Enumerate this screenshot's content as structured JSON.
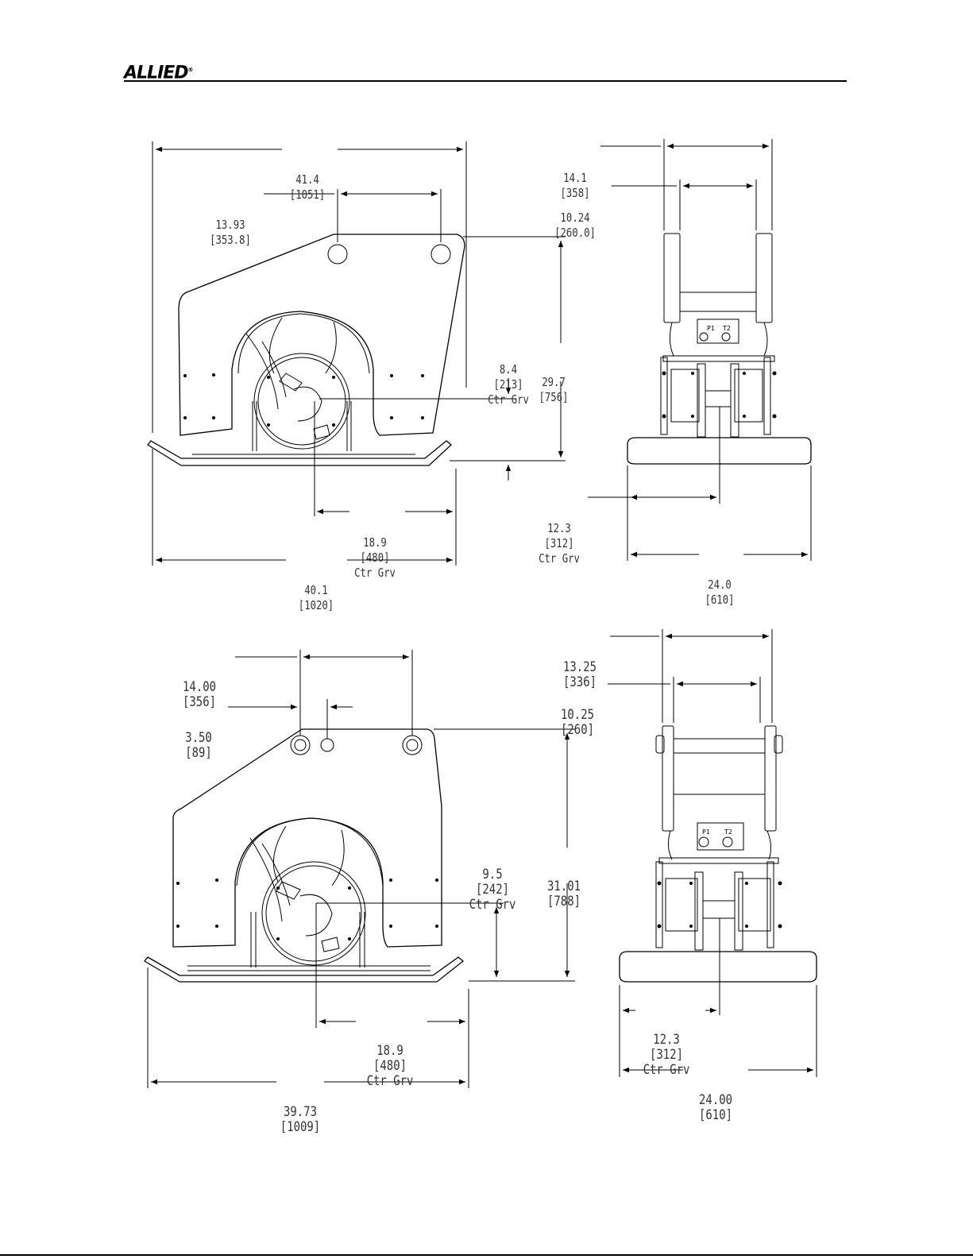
{
  "header": {
    "logo_text": "ALLIED",
    "logo_mark": "®"
  },
  "views": {
    "top_side": {
      "overall_width": {
        "value": "41.4",
        "metric": "[1051]"
      },
      "pin_spacing": {
        "value": "13.93",
        "metric": "[353.8]"
      },
      "cog_height": {
        "value": "8.4",
        "metric": "[213]",
        "note": "Ctr Grv"
      },
      "height": {
        "value": "29.7",
        "metric": "[756]"
      },
      "cog_horizontal": {
        "value": "18.9",
        "metric": "[480]",
        "note": "Ctr Grv"
      },
      "base_width": {
        "value": "40.1",
        "metric": "[1020]"
      }
    },
    "top_front": {
      "outer_width": {
        "value": "14.1",
        "metric": "[358]"
      },
      "inner_width": {
        "value": "10.24",
        "metric": "[260.0]"
      },
      "cog": {
        "value": "12.3",
        "metric": "[312]",
        "note": "Ctr Grv"
      },
      "base_width": {
        "value": "24.0",
        "metric": "[610]"
      },
      "port_labels": [
        "P1",
        "T2"
      ]
    },
    "bottom_side": {
      "pin_spacing": {
        "value": "14.00",
        "metric": "[356]"
      },
      "offset": {
        "value": "3.50",
        "metric": "[89]"
      },
      "cog_height": {
        "value": "9.5",
        "metric": "[242]",
        "note": "Ctr Grv"
      },
      "height": {
        "value": "31.01",
        "metric": "[788]"
      },
      "cog_horizontal": {
        "value": "18.9",
        "metric": "[480]",
        "note": "Ctr Grv"
      },
      "overall_width": {
        "value": "39.73",
        "metric": "[1009]"
      }
    },
    "bottom_front": {
      "outer_width": {
        "value": "13.25",
        "metric": "[336]"
      },
      "inner_width": {
        "value": "10.25",
        "metric": "[260]"
      },
      "cog": {
        "value": "12.3",
        "metric": "[312]",
        "note": "Ctr Grv"
      },
      "base_width": {
        "value": "24.00",
        "metric": "[610]"
      },
      "port_labels": [
        "P1",
        "T2"
      ]
    }
  }
}
